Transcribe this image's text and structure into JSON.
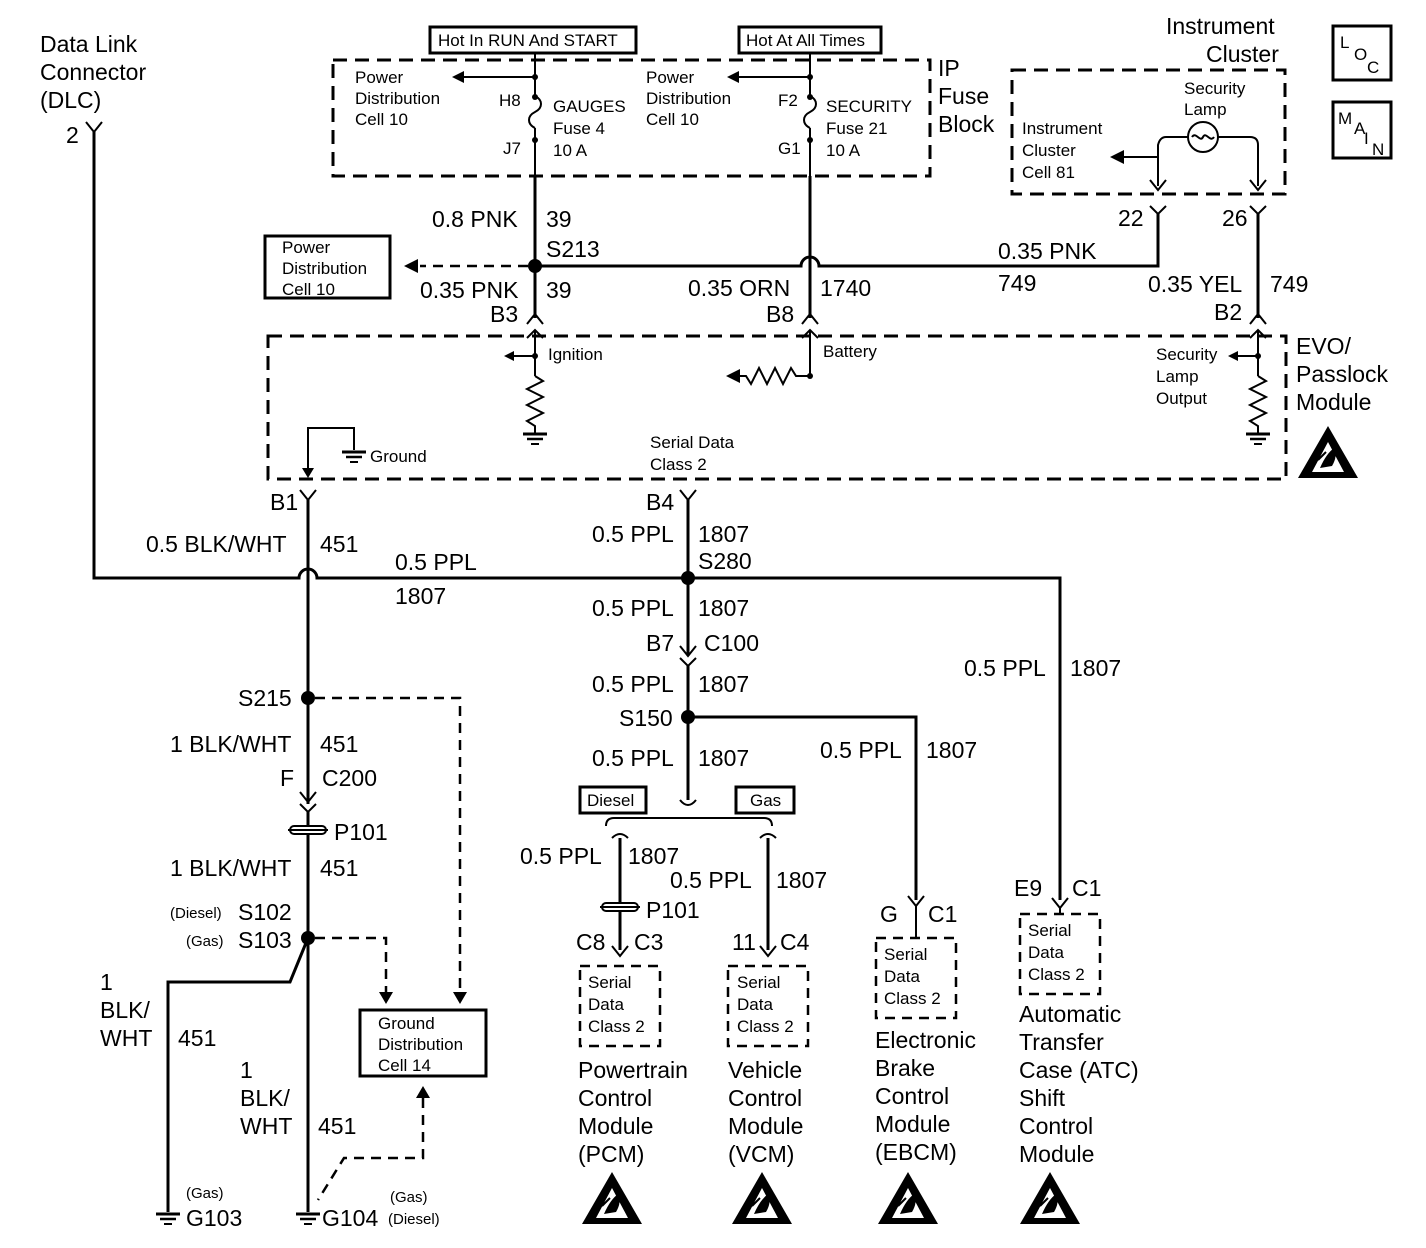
{
  "dlc": {
    "title_lines": [
      "Data Link",
      "Connector",
      "(DLC)"
    ],
    "pin": "2"
  },
  "fuse_block": {
    "hot_run_start": "Hot In RUN And START",
    "hot_all_times": "Hot At All Times",
    "title_lines": [
      "IP",
      "Fuse",
      "Block"
    ],
    "pdc_left_lines": [
      "Power",
      "Distribution",
      "Cell 10"
    ],
    "pdc_mid_lines": [
      "Power",
      "Distribution",
      "Cell 10"
    ],
    "gauges_fuse_lines": [
      "GAUGES",
      "Fuse 4",
      "10 A"
    ],
    "security_fuse_lines": [
      "SECURITY",
      "Fuse 21",
      "10 A"
    ],
    "pin_h8": "H8",
    "pin_j7": "J7",
    "pin_f2": "F2",
    "pin_g1": "G1"
  },
  "cluster": {
    "title_lines": [
      "Instrument",
      "Cluster"
    ],
    "cell_lines": [
      "Instrument",
      "Cluster",
      "Cell 81"
    ],
    "lamp_lines": [
      "Security",
      "Lamp"
    ],
    "pin_22": "22",
    "pin_26": "26"
  },
  "nav": {
    "loc": [
      "L",
      "O",
      "C"
    ],
    "main": [
      "M",
      "A",
      "I",
      "N"
    ]
  },
  "upper_wires": {
    "w1_size": "0.8 PNK",
    "w1_circ": "39",
    "splice_s213": "S213",
    "pdc_box_lines": [
      "Power",
      "Distribution",
      "Cell 10"
    ],
    "w2_size": "0.35 PNK",
    "w2_circ": "39",
    "pin_b3": "B3",
    "w3_size": "0.35 ORN",
    "w3_circ": "1740",
    "pin_b8": "B8",
    "w4_size": "0.35 PNK",
    "w4_circ": "749",
    "w5_size": "0.35 YEL",
    "w5_circ": "749",
    "pin_b2": "B2"
  },
  "evo": {
    "title_lines": [
      "EVO/",
      "Passlock",
      "Module"
    ],
    "ignition": "Ignition",
    "battery": "Battery",
    "sec_output_lines": [
      "Security",
      "Lamp",
      "Output"
    ],
    "ground": "Ground",
    "serial_lines": [
      "Serial Data",
      "Class 2"
    ],
    "pin_b1": "B1",
    "pin_b4": "B4"
  },
  "mid_wires": {
    "blkwht_size": "0.5 BLK/WHT",
    "blkwht_circ": "451",
    "ppl_dlc_size": "0.5 PPL",
    "ppl_dlc_circ": "1807",
    "b4_size": "0.5 PPL",
    "b4_circ": "1807",
    "splice_s280": "S280",
    "c100_up_size": "0.5 PPL",
    "c100_up_circ": "1807",
    "pin_b7": "B7",
    "conn_c100": "C100",
    "c100_dn_size": "0.5 PPL",
    "c100_dn_circ": "1807",
    "splice_s150": "S150",
    "s150_dn_size": "0.5 PPL",
    "s150_dn_circ": "1807",
    "ebcm_size": "0.5 PPL",
    "ebcm_circ": "1807",
    "atc_size": "0.5 PPL",
    "atc_circ": "1807"
  },
  "ground_side": {
    "splice_s215": "S215",
    "w1_size": "1 BLK/WHT",
    "w1_circ": "451",
    "pin_f": "F",
    "conn_c200": "C200",
    "p101": "P101",
    "w2_size": "1 BLK/WHT",
    "w2_circ": "451",
    "diesel_tag": "(Diesel)",
    "splice_s102": "S102",
    "gas_tag": "(Gas)",
    "splice_s103": "S103",
    "left_lines": [
      "1",
      "BLK/",
      "WHT"
    ],
    "left_circ": "451",
    "right_lines": [
      "1",
      "BLK/",
      "WHT"
    ],
    "right_circ": "451",
    "gnd_box_lines": [
      "Ground",
      "Distribution",
      "Cell 14"
    ],
    "g103_tag": "(Gas)",
    "g103": "G103",
    "g104": "G104",
    "g104_gas": "(Gas)",
    "g104_diesel": "(Diesel)"
  },
  "modules": {
    "diesel": "Diesel",
    "gas": "Gas",
    "pcm_size": "0.5 PPL",
    "pcm_circ": "1807",
    "p101": "P101",
    "pcm_c8": "C8",
    "pcm_c3": "C3",
    "vcm_size": "0.5 PPL",
    "vcm_circ": "1807",
    "vcm_11": "11",
    "vcm_c4": "C4",
    "ebcm_g": "G",
    "ebcm_c1": "C1",
    "atc_e9": "E9",
    "atc_c1": "C1",
    "serial_lines": [
      "Serial",
      "Data",
      "Class 2"
    ],
    "pcm_lines": [
      "Powertrain",
      "Control",
      "Module",
      "(PCM)"
    ],
    "vcm_lines": [
      "Vehicle",
      "Control",
      "Module",
      "(VCM)"
    ],
    "ebcm_lines": [
      "Electronic",
      "Brake",
      "Control",
      "Module",
      "(EBCM)"
    ],
    "atc_lines": [
      "Automatic",
      "Transfer",
      "Case (ATC)",
      "Shift",
      "Control",
      "Module"
    ]
  }
}
